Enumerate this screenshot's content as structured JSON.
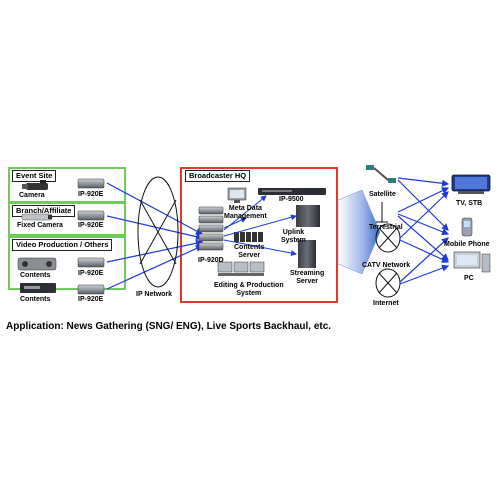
{
  "groups": {
    "event_site": "Event Site",
    "branch": "Branch/Affiliate",
    "video_production": "Video Production / Others"
  },
  "devices": {
    "camera": "Camera",
    "fixed_camera": "Fixed Camera",
    "contents_1": "Contents",
    "contents_2": "Contents",
    "encoder_1": "IP-920E",
    "encoder_2": "IP-920E",
    "encoder_3": "IP-920E",
    "encoder_4": "IP-920E"
  },
  "network": {
    "ip_network": "IP Network"
  },
  "hq": {
    "title": "Broadcaster HQ",
    "ip9500": "IP-9500",
    "ip920d": "IP-920D",
    "meta_data_line1": "Meta Data",
    "meta_data_line2": "Management",
    "contents_server_line1": "Contents",
    "contents_server_line2": "Server",
    "uplink_line1": "Uplink",
    "uplink_line2": "System",
    "editing_line1": "Editing & Production",
    "editing_line2": "System",
    "streaming_line1": "Streaming",
    "streaming_line2": "Server"
  },
  "delivery": {
    "satellite": "Satellite",
    "terrestrial": "Terrestrial",
    "catv": "CATV Network",
    "internet": "Internet"
  },
  "endpoints": {
    "tv": "TV, STB",
    "mobile": "Mobile Phone",
    "pc": "PC"
  },
  "caption": "Application: News Gathering (SNG/ ENG), Live Sports Backhaul, etc.",
  "colors": {
    "group_border": "#6fcc5a",
    "hq_border": "#e23a2a",
    "arrow": "#1f3ad8"
  }
}
